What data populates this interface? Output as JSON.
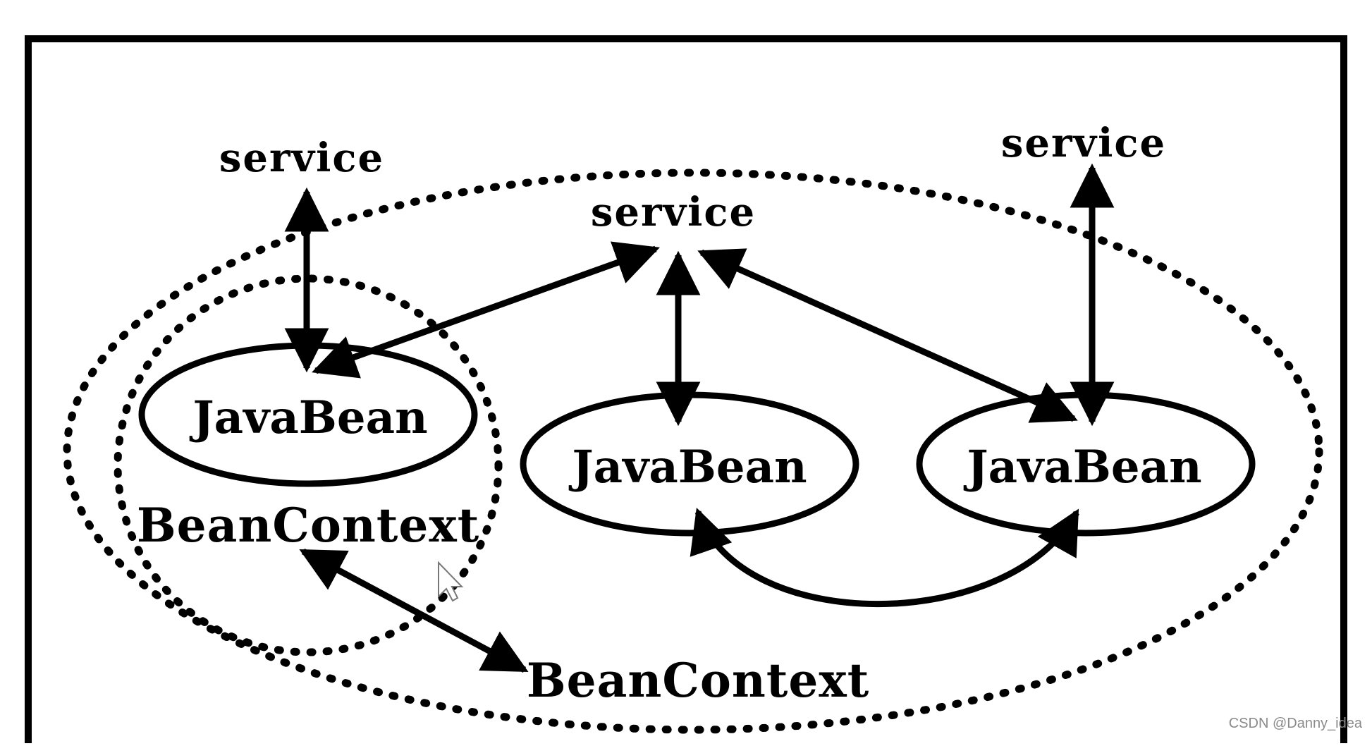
{
  "diagram": {
    "services": [
      "service",
      "service",
      "service"
    ],
    "beans": [
      "JavaBean",
      "JavaBean",
      "JavaBean"
    ],
    "inner_context": "BeanContext",
    "outer_context": "BeanContext"
  },
  "watermark": "CSDN @Danny_idea"
}
